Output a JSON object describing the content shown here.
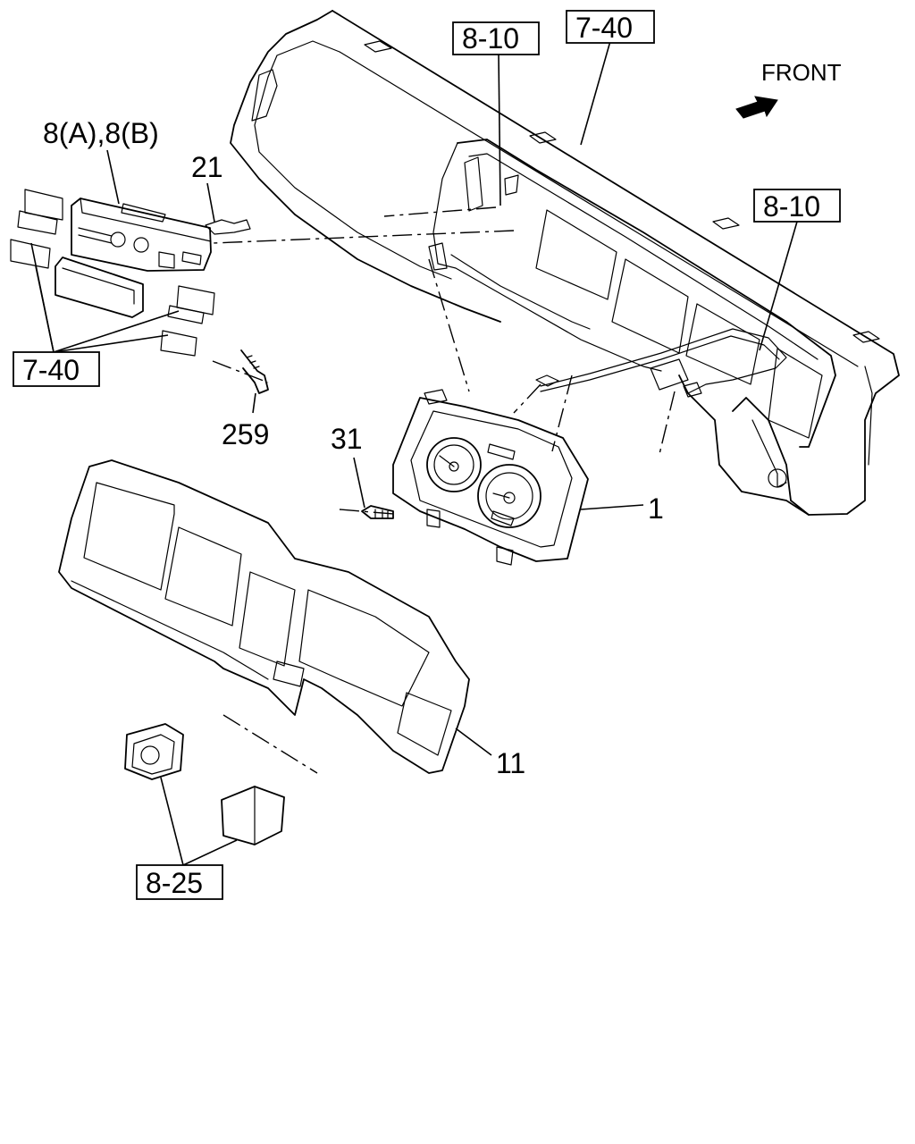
{
  "direction": {
    "label": "FRONT",
    "icon": "arrow-front-icon"
  },
  "references": {
    "ref_810_top": "8-10",
    "ref_740_top": "7-40",
    "ref_810_right": "8-10",
    "ref_740_left": "7-40",
    "ref_825": "8-25"
  },
  "callouts": {
    "part_8ab": "8(A),8(B)",
    "part_21": "21",
    "part_259": "259",
    "part_31": "31",
    "part_1": "1",
    "part_11": "11"
  },
  "colors": {
    "line": "#000000",
    "background": "#ffffff"
  }
}
